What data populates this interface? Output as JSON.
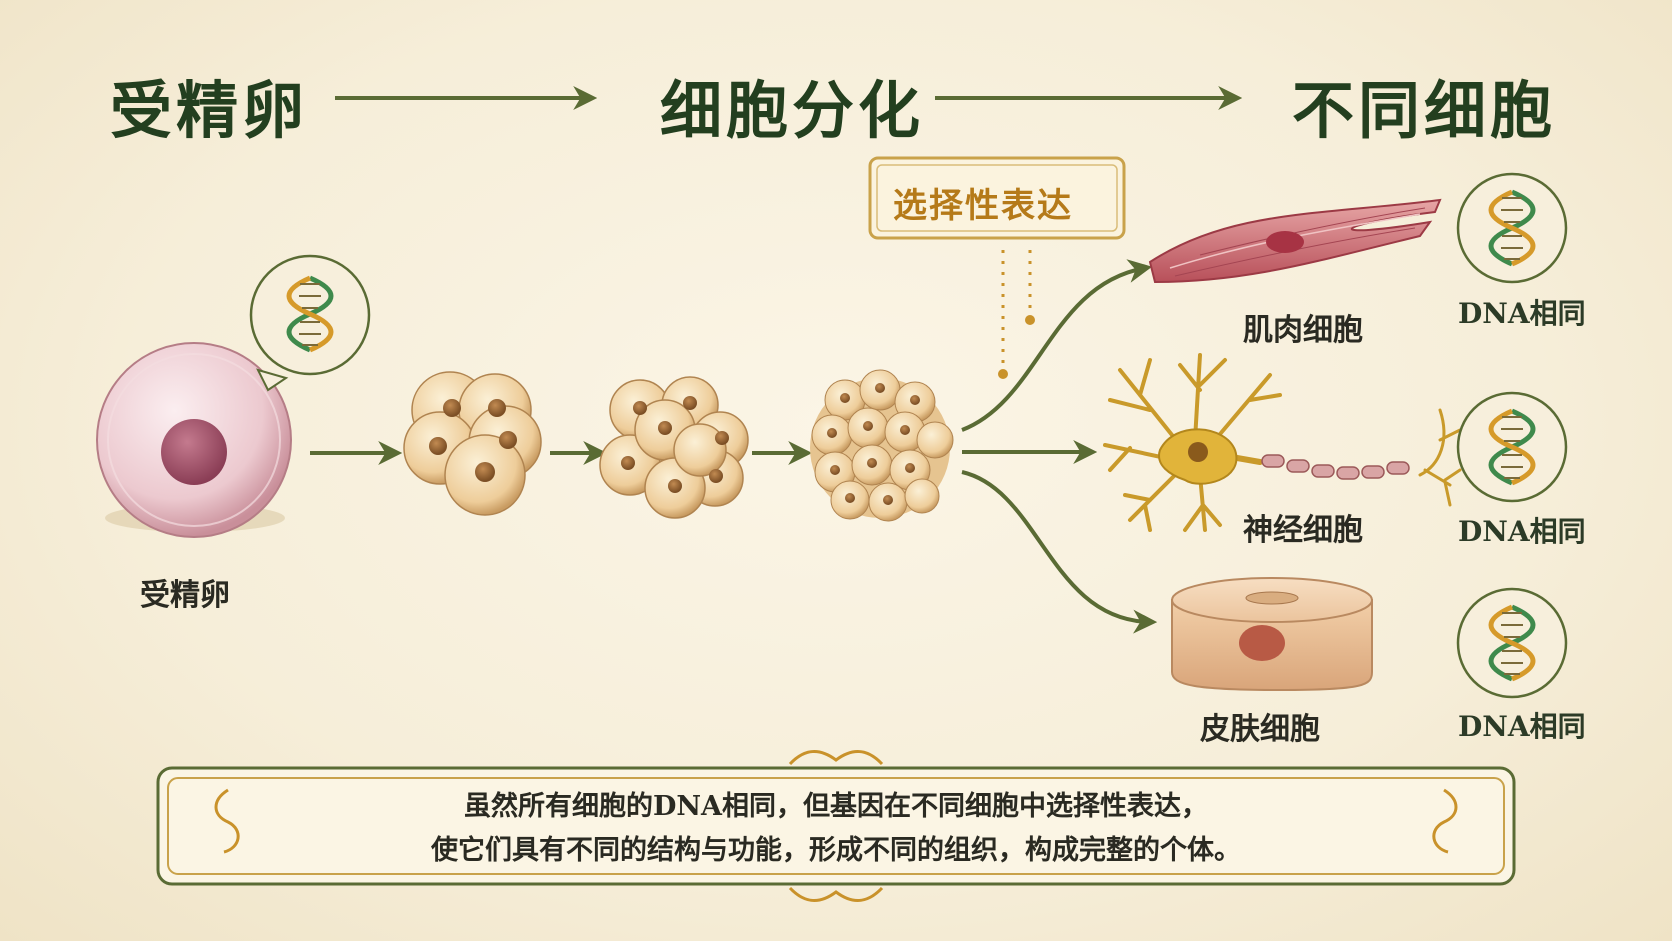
{
  "header": {
    "stage1": "受精卵",
    "stage2": "细胞分化",
    "stage3": "不同细胞"
  },
  "process": {
    "selective_expression": "选择性表达"
  },
  "cells": {
    "zygote": "受精卵",
    "muscle": "肌肉细胞",
    "nerve": "神经细胞",
    "skin": "皮肤细胞"
  },
  "dna": {
    "same_label": "DNA相同",
    "icon": "dna-helix-icon"
  },
  "note": {
    "line1": "虽然所有细胞的DNA相同，但基因在不同细胞中选择性表达，",
    "line2": "使它们具有不同的结构与功能，形成不同的组织，构成完整的个体。"
  },
  "colors": {
    "background": "#f7efdc",
    "heading": "#233f1f",
    "arrow": "#5a6b34",
    "accent_gold": "#b57a19",
    "zygote": "#ecc9cf",
    "early_cells": "#eecd9a",
    "muscle": "#b8505a",
    "nerve": "#e1b43a",
    "skin": "#ebc49d"
  }
}
